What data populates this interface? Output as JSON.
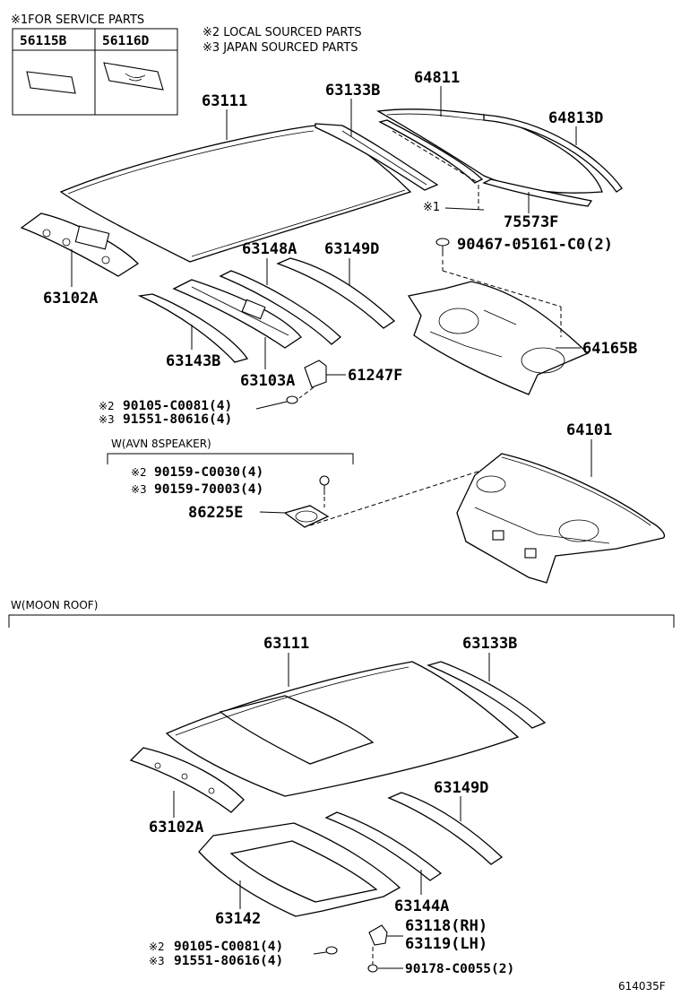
{
  "notes": {
    "service_parts": "※1FOR SERVICE PARTS",
    "local_sourced": "※2 LOCAL SOURCED PARTS",
    "japan_sourced": "※3 JAPAN SOURCED PARTS"
  },
  "service_table": {
    "col1": "56115B",
    "col2": "56116D"
  },
  "top": {
    "p63111": "63111",
    "p63133B": "63133B",
    "p64811": "64811",
    "p64813D": "64813D",
    "mark1": "※1",
    "p75573F": "75573F",
    "p90467": "90467-05161-C0(2)",
    "p63102A": "63102A",
    "p63148A": "63148A",
    "p63149D": "63149D",
    "p64165B": "64165B",
    "p63143B": "63143B",
    "p63103A": "63103A",
    "p61247F": "61247F",
    "b1_mark": "※2",
    "b1_text": "90105-C0081(4)",
    "b2_mark": "※3",
    "b2_text": "91551-80616(4)"
  },
  "speaker": {
    "label": "W(AVN 8SPEAKER)",
    "s1_mark": "※2",
    "s1_text": "90159-C0030(4)",
    "s2_mark": "※3",
    "s2_text": "90159-70003(4)",
    "p86225E": "86225E",
    "p64101": "64101"
  },
  "moonroof": {
    "label": "W(MOON ROOF)",
    "p63111": "63111",
    "p63133B": "63133B",
    "p63102A": "63102A",
    "p63149D": "63149D",
    "p63142": "63142",
    "p63144A": "63144A",
    "p63118": "63118(RH)",
    "p63119": "63119(LH)",
    "m1_mark": "※2",
    "m1_text": "90105-C0081(4)",
    "m2_mark": "※3",
    "m2_text": "91551-80616(4)",
    "p90178": "90178-C0055(2)"
  },
  "footer": {
    "code": "614035F"
  }
}
